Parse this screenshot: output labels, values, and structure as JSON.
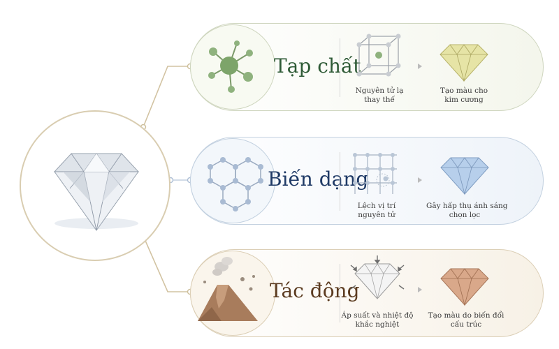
{
  "rows": [
    {
      "title": "Tạp chất",
      "caption_left": [
        "Nguyên tử lạ",
        "thay thế"
      ],
      "caption_right": [
        "Tạo màu cho",
        "kim cương"
      ],
      "accent": "#6f9a5c",
      "gem_color": "#e6e4a6",
      "icon": "molecule-icon"
    },
    {
      "title": "Biến dạng",
      "caption_left": [
        "Lệch vị trí",
        "nguyên tử"
      ],
      "caption_right": [
        "Gây hấp thụ ánh sáng",
        "chọn lọc"
      ],
      "accent": "#8aa3c4",
      "gem_color": "#b7cfeb",
      "icon": "lattice-icon"
    },
    {
      "title": "Tác động",
      "caption_left": [
        "Áp suất và nhiệt độ",
        "khắc nghiệt"
      ],
      "caption_right": [
        "Tạo màu do biến đổi",
        "cấu trúc"
      ],
      "accent": "#a07a55",
      "gem_color": "#d9a88a",
      "icon": "volcano-icon"
    }
  ],
  "connector_color": "#d2c3a2",
  "main_gem": "clear-diamond-icon"
}
